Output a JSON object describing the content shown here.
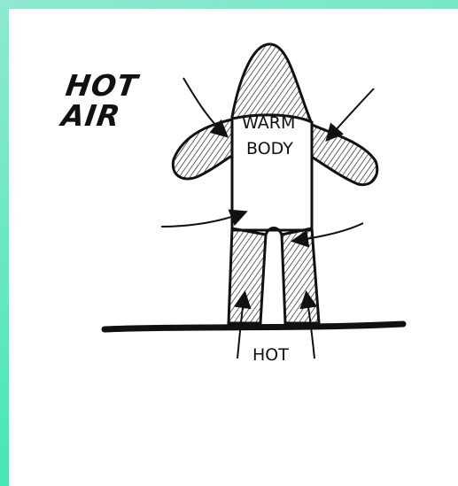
{
  "diagram": {
    "hot_air_label_line1": "HOT",
    "hot_air_label_line2": "AIR",
    "body_label_line1": "WARM",
    "body_label_line2": "BODY",
    "ground_label": "HOT"
  },
  "colors": {
    "frame_gradient_top": "#8fe8d2",
    "frame_gradient_bottom": "#2ee6a8",
    "ink": "#111111",
    "paper": "#ffffff"
  }
}
